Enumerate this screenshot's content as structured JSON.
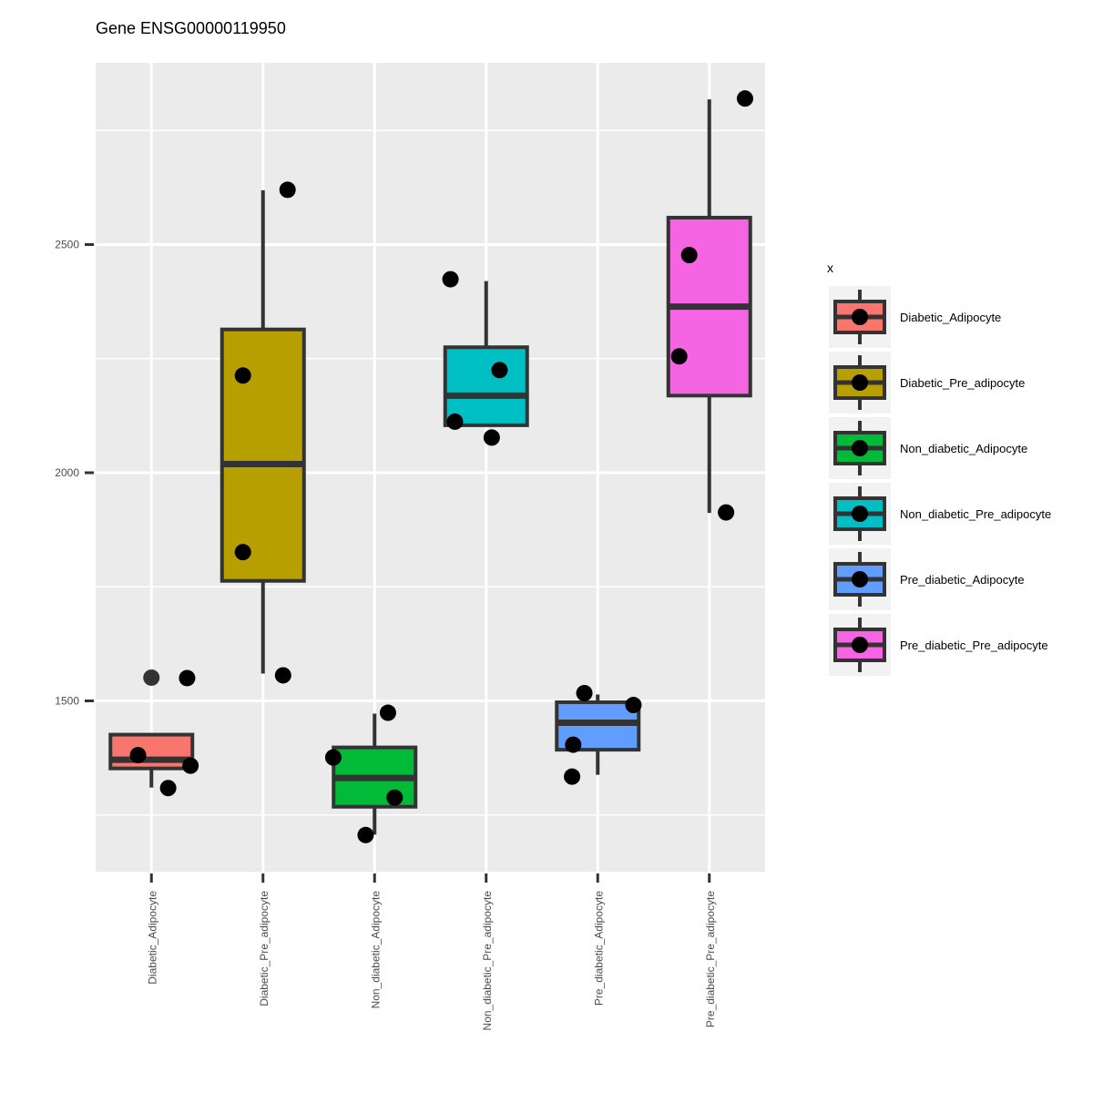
{
  "chart_data": {
    "type": "boxplot",
    "title": "Gene ENSG00000119950",
    "xlabel": "",
    "ylabel": "",
    "ylim": [
      1125,
      2900
    ],
    "yticks": [
      1500,
      2000,
      2500
    ],
    "grid": true,
    "legend": {
      "title": "x",
      "position": "right"
    },
    "categories": [
      "Diabetic_Adipocyte",
      "Diabetic_Pre_adipocyte",
      "Non_diabetic_Adipocyte",
      "Non_diabetic_Pre_adipocyte",
      "Pre_diabetic_Adipocyte",
      "Pre_diabetic_Pre_adipocyte"
    ],
    "colors": [
      "#F8766D",
      "#B79F00",
      "#00BA38",
      "#00BFC4",
      "#619CFF",
      "#F564E3"
    ],
    "boxes": [
      {
        "name": "Diabetic_Adipocyte",
        "whisker_low": 1310,
        "q1": 1352,
        "median": 1371,
        "q3": 1426,
        "whisker_high": 1426,
        "outliers": [
          1551
        ],
        "points": [
          {
            "x_offset": -0.12,
            "y": 1381
          },
          {
            "x_offset": 0.15,
            "y": 1309
          },
          {
            "x_offset": 0.35,
            "y": 1358
          },
          {
            "x_offset": 0.32,
            "y": 1550
          }
        ]
      },
      {
        "name": "Diabetic_Pre_adipocyte",
        "whisker_low": 1560,
        "q1": 1763,
        "median": 2019,
        "q3": 2314,
        "whisker_high": 2619,
        "outliers": [],
        "points": [
          {
            "x_offset": -0.18,
            "y": 2213
          },
          {
            "x_offset": -0.18,
            "y": 1826
          },
          {
            "x_offset": 0.18,
            "y": 1556
          },
          {
            "x_offset": 0.22,
            "y": 2620
          }
        ]
      },
      {
        "name": "Non_diabetic_Adipocyte",
        "whisker_low": 1207,
        "q1": 1268,
        "median": 1331,
        "q3": 1398,
        "whisker_high": 1472,
        "outliers": [],
        "points": [
          {
            "x_offset": -0.37,
            "y": 1376
          },
          {
            "x_offset": 0.12,
            "y": 1474
          },
          {
            "x_offset": 0.18,
            "y": 1288
          },
          {
            "x_offset": -0.08,
            "y": 1206
          }
        ]
      },
      {
        "name": "Non_diabetic_Pre_adipocyte",
        "whisker_low": 2105,
        "q1": 2104,
        "median": 2169,
        "q3": 2275,
        "whisker_high": 2420,
        "outliers": [],
        "points": [
          {
            "x_offset": -0.32,
            "y": 2424
          },
          {
            "x_offset": 0.12,
            "y": 2225
          },
          {
            "x_offset": -0.28,
            "y": 2112
          },
          {
            "x_offset": 0.05,
            "y": 2077
          }
        ]
      },
      {
        "name": "Pre_diabetic_Adipocyte",
        "whisker_low": 1338,
        "q1": 1393,
        "median": 1452,
        "q3": 1497,
        "whisker_high": 1514,
        "outliers": [],
        "points": [
          {
            "x_offset": -0.12,
            "y": 1517
          },
          {
            "x_offset": 0.32,
            "y": 1491
          },
          {
            "x_offset": -0.22,
            "y": 1404
          },
          {
            "x_offset": -0.23,
            "y": 1334
          }
        ]
      },
      {
        "name": "Pre_diabetic_Pre_adipocyte",
        "whisker_low": 1912,
        "q1": 2169,
        "median": 2364,
        "q3": 2559,
        "whisker_high": 2818,
        "outliers": [],
        "points": [
          {
            "x_offset": -0.18,
            "y": 2477
          },
          {
            "x_offset": -0.27,
            "y": 2255
          },
          {
            "x_offset": 0.15,
            "y": 1913
          },
          {
            "x_offset": 0.32,
            "y": 2820
          }
        ]
      }
    ]
  }
}
